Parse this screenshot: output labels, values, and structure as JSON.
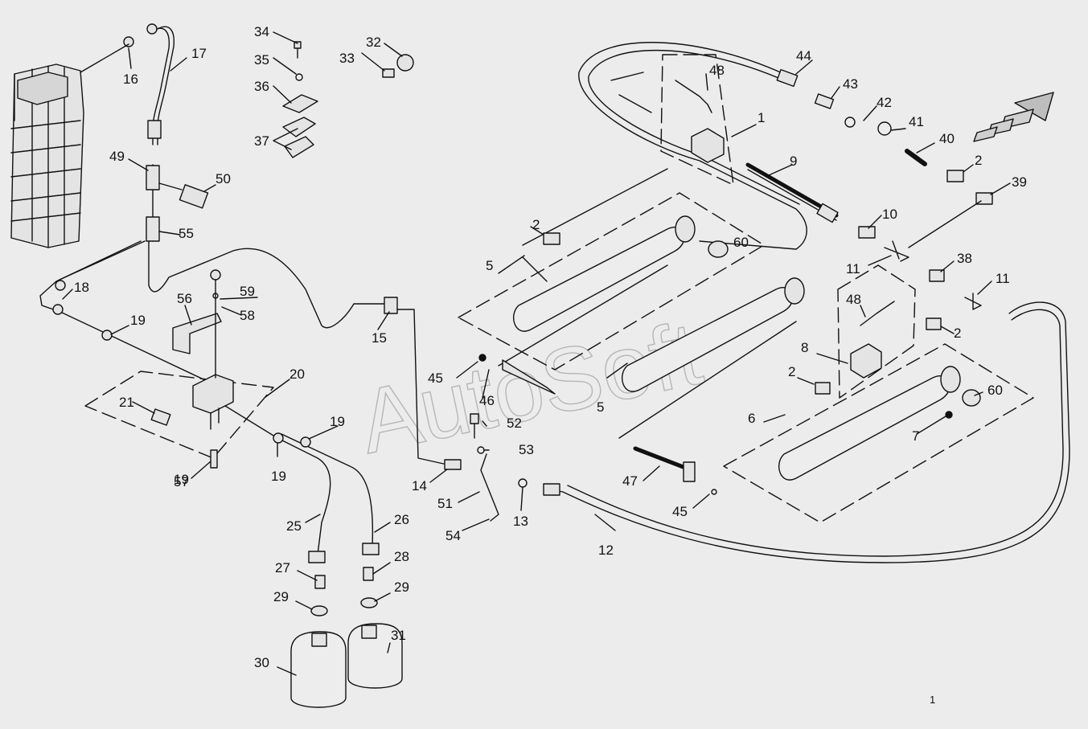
{
  "diagram": {
    "watermark": "AutoSoft",
    "page_number": "1",
    "colors": {
      "background": "#ececec",
      "line": "#111111"
    },
    "callouts": [
      "1",
      "2",
      "2",
      "2",
      "2",
      "5",
      "5",
      "6",
      "7",
      "8",
      "9",
      "10",
      "11",
      "11",
      "12",
      "13",
      "14",
      "15",
      "16",
      "17",
      "18",
      "19",
      "19",
      "19",
      "19",
      "20",
      "21",
      "25",
      "26",
      "27",
      "28",
      "29",
      "29",
      "30",
      "31",
      "32",
      "33",
      "34",
      "35",
      "36",
      "37",
      "38",
      "39",
      "40",
      "41",
      "42",
      "43",
      "44",
      "45",
      "45",
      "46",
      "47",
      "48",
      "48",
      "49",
      "50",
      "51",
      "52",
      "53",
      "54",
      "55",
      "56",
      "57",
      "58",
      "59",
      "60",
      "60"
    ]
  }
}
